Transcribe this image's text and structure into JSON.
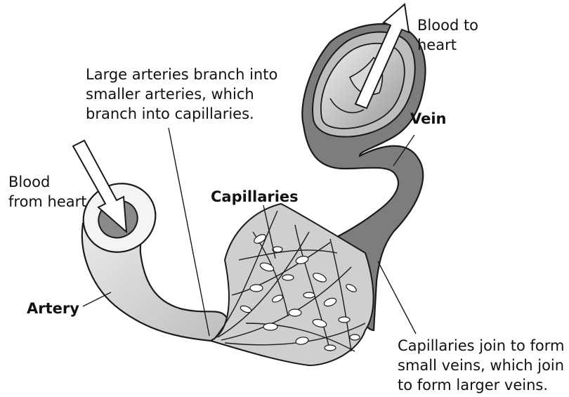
{
  "labels": {
    "blood_to_heart": [
      "Blood to",
      "heart"
    ],
    "arteries_note": [
      "Large arteries branch into",
      "smaller arteries, which",
      "branch into capillaries."
    ],
    "vein": "Vein",
    "blood_from_heart": [
      "Blood",
      "from heart"
    ],
    "capillaries": "Capillaries",
    "artery": "Artery",
    "veins_note": [
      "Capillaries join to form",
      "small veins, which join",
      "to form larger veins."
    ]
  },
  "colors": {
    "artery_fill": "#d6d6d6",
    "vein_fill": "#7d7d7d",
    "outline": "#1a1a1a",
    "text": "#111111"
  }
}
